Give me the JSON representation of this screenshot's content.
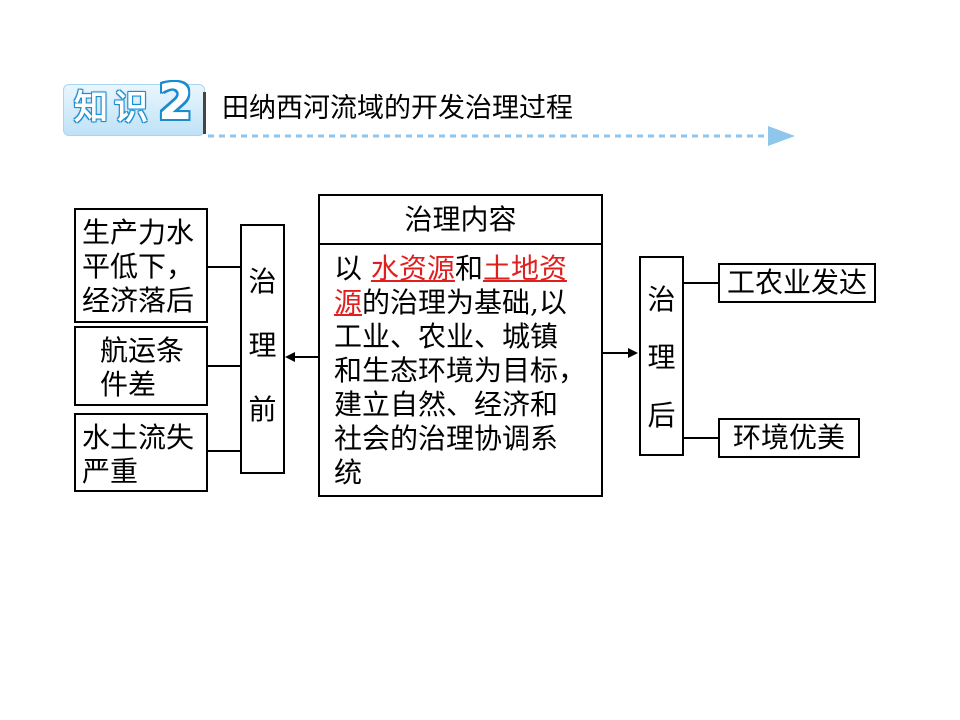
{
  "header": {
    "badge_label": "知识",
    "badge_number": "2",
    "title": "田纳西河流域的开发治理过程"
  },
  "colors": {
    "badge_blue": "#1b8bd0",
    "arrow_dash": "#8fc6ec",
    "highlight_red": "#e0201f"
  },
  "before": {
    "label_chars": [
      "治",
      "理",
      "前"
    ],
    "problems": [
      {
        "lines": [
          "生产力水",
          "平低下，",
          "经济落后"
        ]
      },
      {
        "lines": [
          "航运条",
          "件差"
        ]
      },
      {
        "lines": [
          "水土流失",
          "严重"
        ]
      }
    ]
  },
  "content": {
    "title": "治理内容",
    "line1_prefix": "以",
    "highlight_1": "水资源",
    "line1_mid": "和",
    "highlight_2_part1": "土地资",
    "highlight_2_part2": "源",
    "line2_suffix": "的治理为基础,以",
    "rest_lines": [
      "工业、农业、城镇",
      "和生态环境为目标，",
      "建立自然、经济和",
      "社会的治理协调系",
      "统"
    ]
  },
  "after": {
    "label_chars": [
      "治",
      "理",
      "后"
    ],
    "results": [
      "工农业发达",
      "环境优美"
    ]
  }
}
